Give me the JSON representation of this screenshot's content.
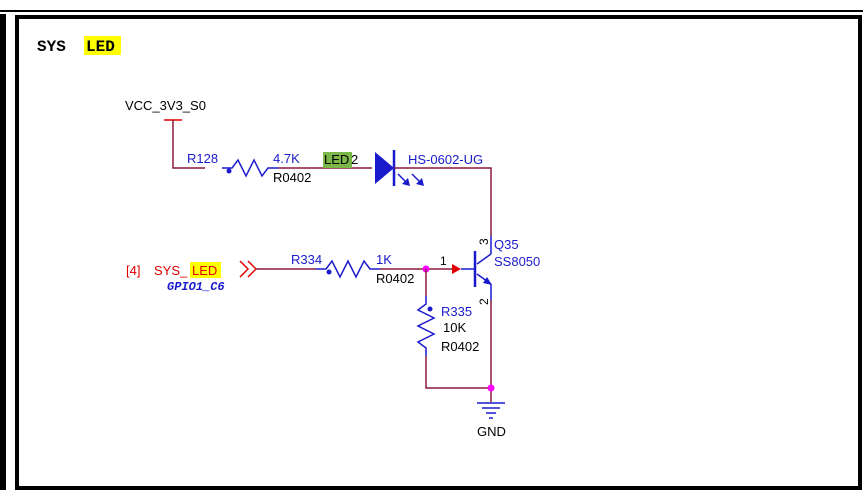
{
  "title": {
    "prefix": "SYS",
    "highlight": "LED"
  },
  "power": {
    "net": "VCC_3V3_S0"
  },
  "r128": {
    "ref": "R128",
    "value": "4.7K",
    "package": "R0402"
  },
  "led2": {
    "ref_hl": "LED",
    "ref_num": "2",
    "part": "HS-0602-UG"
  },
  "q35": {
    "ref": "Q35",
    "part": "SS8050",
    "pin_c": "3",
    "pin_e": "2",
    "pin_b": "1"
  },
  "input": {
    "sheet_ref": "[4]",
    "net_prefix": "SYS_",
    "net_hl": "LED",
    "alias": "GPIO1_C6"
  },
  "r334": {
    "ref": "R334",
    "value": "1K",
    "package": "R0402"
  },
  "r335": {
    "ref": "R335",
    "value": "10K",
    "package": "R0402"
  },
  "ground": {
    "net": "GND"
  },
  "colors": {
    "wire": "#8b1a3a",
    "part": "#1a1acd",
    "label": "#e00000",
    "junction": "#ff00ff",
    "highlight": "#ffff00",
    "led_highlight": "#7ab648"
  }
}
